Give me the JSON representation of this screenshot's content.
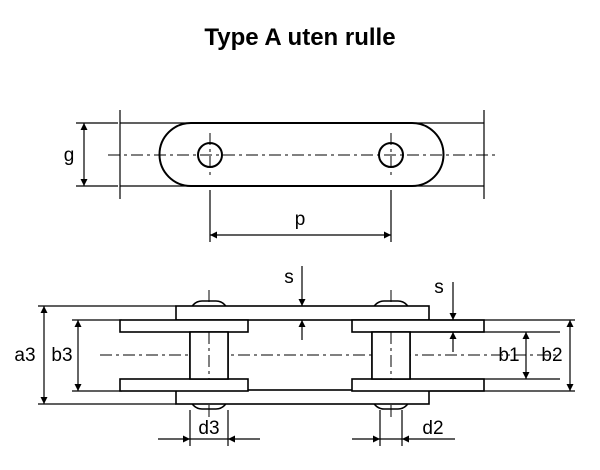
{
  "title": "Type A uten rulle",
  "labels": {
    "g": "g",
    "p": "p",
    "s_left": "s",
    "s_right": "s",
    "a3": "a3",
    "b3": "b3",
    "b1": "b1",
    "b2": "b2",
    "d3": "d3",
    "d2": "d2"
  }
}
